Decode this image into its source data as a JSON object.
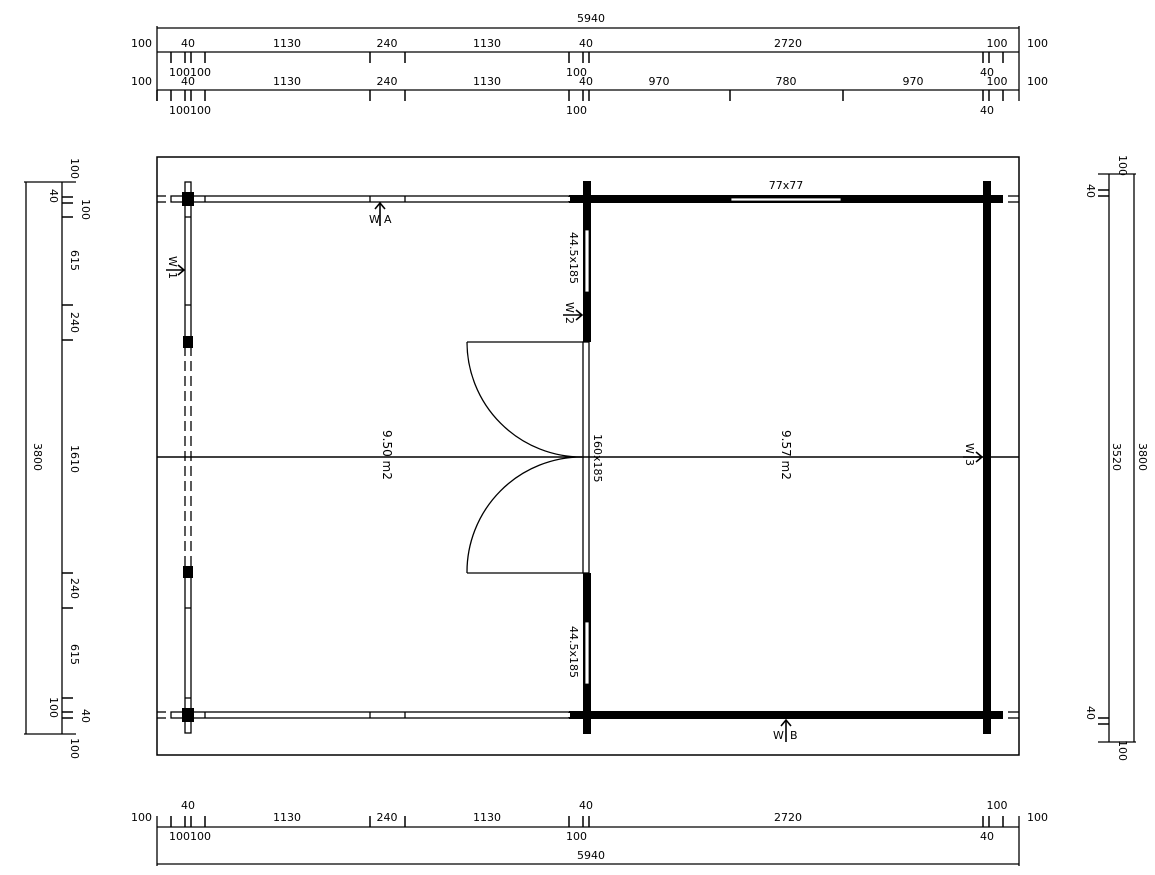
{
  "drawing": {
    "type": "floor-plan",
    "units": "mm",
    "colors": {
      "line": "#000000",
      "background": "#ffffff"
    }
  },
  "dimensions_top": {
    "overall": "5940",
    "row1": {
      "left_offset": "100",
      "segments": [
        "40",
        "1130",
        "240",
        "1130",
        "40",
        "2720",
        "100"
      ],
      "right_offset": "100",
      "below": [
        "100",
        "100",
        "100"
      ]
    },
    "row2": {
      "left_offset": "100",
      "segments": [
        "40",
        "1130",
        "240",
        "1130",
        "40",
        "970",
        "780",
        "970",
        "100"
      ],
      "right_offset": "100",
      "below": [
        "100",
        "100",
        "100",
        "40"
      ],
      "above_small": [
        "100100",
        "100",
        "40"
      ]
    }
  },
  "dimensions_bottom": {
    "overall": "5940",
    "left_offset": "100",
    "above": [
      "40",
      "1130",
      "240",
      "1130",
      "40",
      "2720",
      "100"
    ],
    "below": [
      "100100",
      "100",
      "40"
    ],
    "right_offset": "100"
  },
  "dimensions_left": {
    "overall": "3800",
    "top_offset": "100",
    "bottom_offset": "100",
    "segments": [
      "40",
      "100",
      "615",
      "240",
      "1610",
      "240",
      "615",
      "100",
      "40"
    ]
  },
  "dimensions_right": {
    "overall": "3800",
    "inner": "3520",
    "top_offset": "100",
    "bottom_offset": "100",
    "top_small": "40",
    "bottom_small": "40"
  },
  "rooms": [
    {
      "name": "room-left",
      "area": "9.50 m2"
    },
    {
      "name": "room-right",
      "area": "9.57 m2"
    }
  ],
  "openings": {
    "window_top": "77x77",
    "window_partition_upper": "44.5x185",
    "window_partition_lower": "44.5x185",
    "double_door": "160x185"
  },
  "wall_markers": [
    {
      "id": "WA",
      "label": "W",
      "suffix": "A"
    },
    {
      "id": "WB",
      "label": "W",
      "suffix": "B"
    },
    {
      "id": "W1",
      "label": "W",
      "suffix": "1"
    },
    {
      "id": "W2",
      "label": "W",
      "suffix": "2"
    },
    {
      "id": "W3",
      "label": "W",
      "suffix": "3"
    }
  ]
}
